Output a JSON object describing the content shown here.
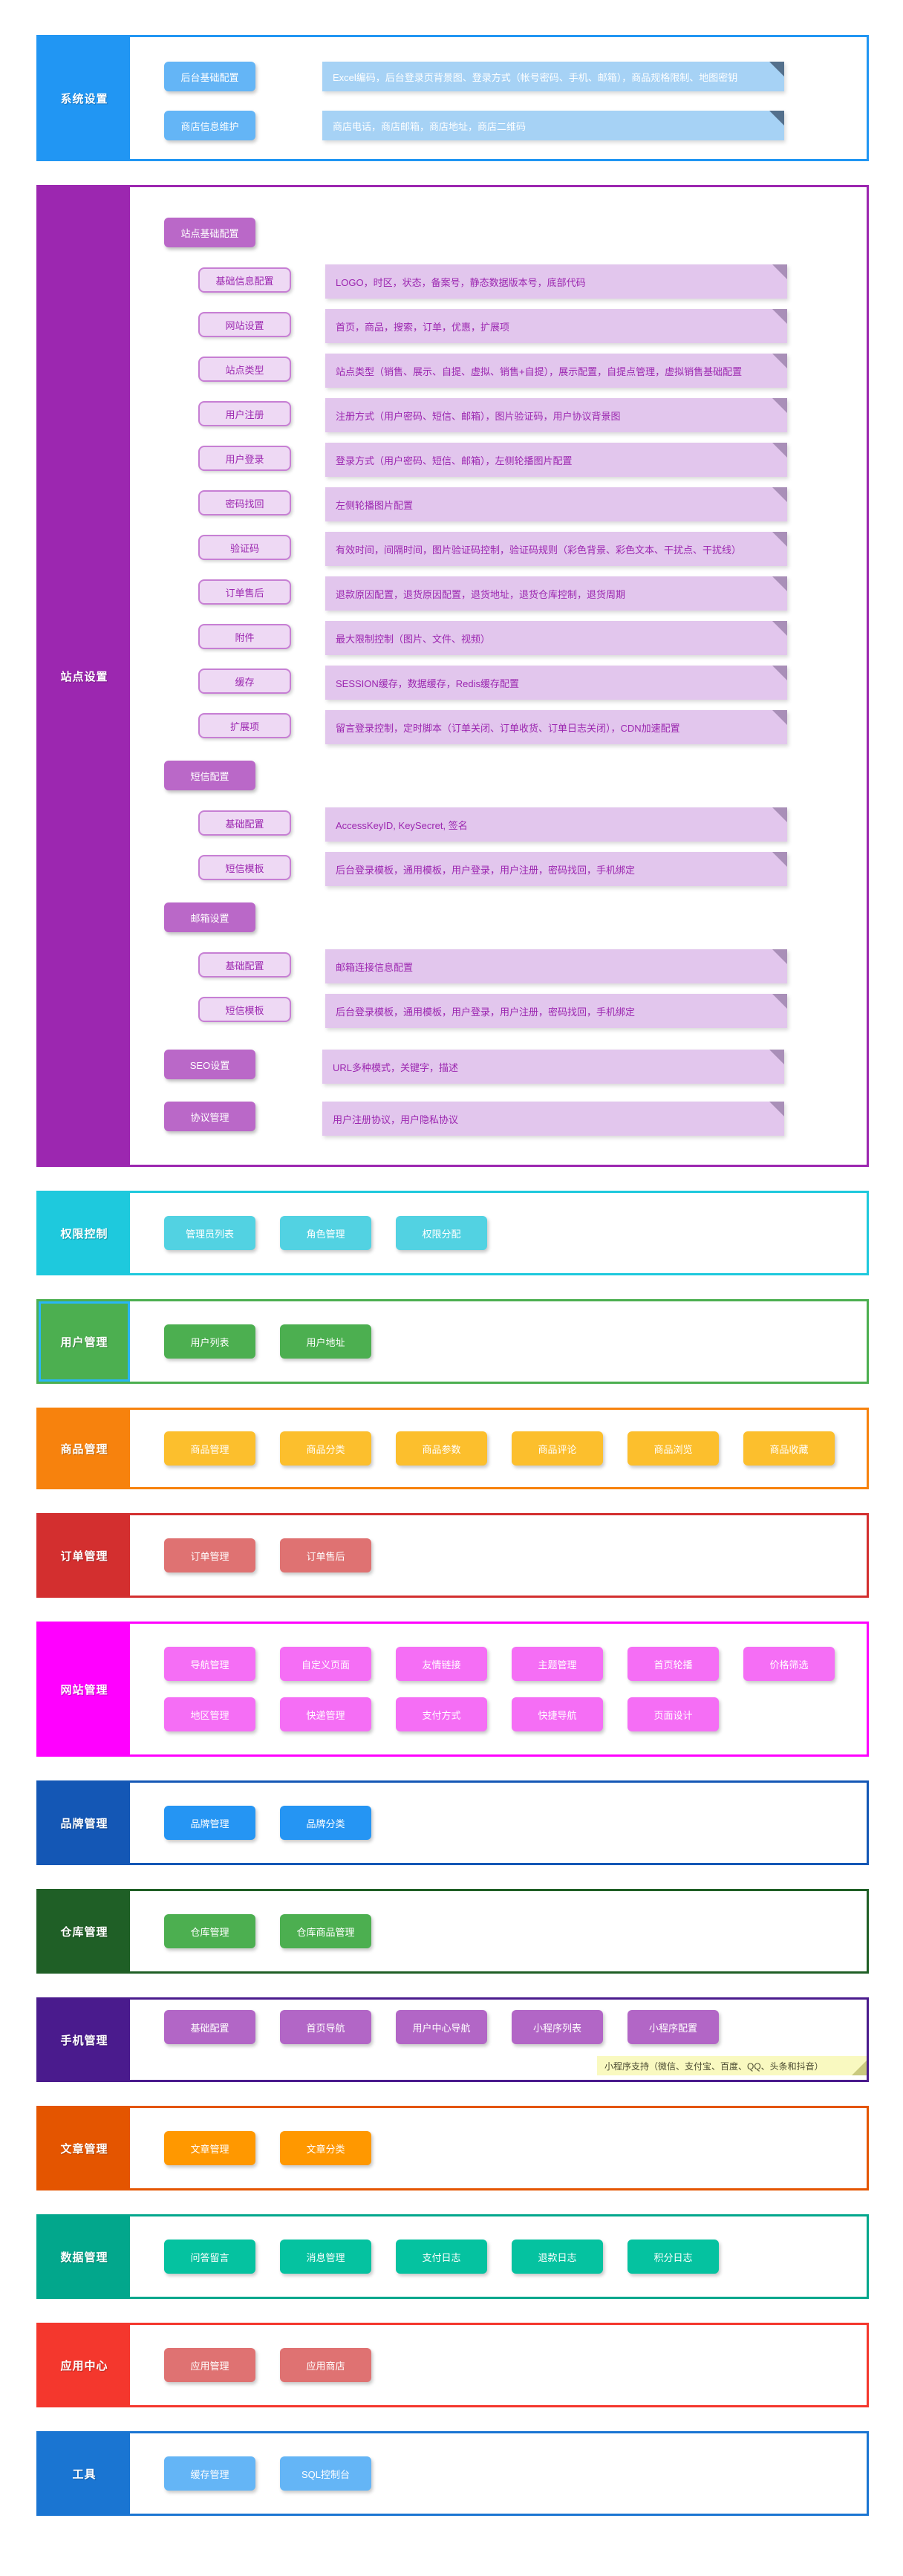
{
  "page": {
    "background": "#ffffff"
  },
  "sections": [
    {
      "id": "system",
      "label": "系统设置",
      "color": "#2196f3",
      "button_color": "#64b5f6",
      "note_bg": "#a6d2f5",
      "note_text": "#ffffff",
      "note_fold": "#54708c",
      "rows": [
        {
          "button": "后台基础配置",
          "note": "Excel编码，后台登录页背景图、登录方式（帐号密码、手机、邮箱），商品规格限制、地图密钥"
        },
        {
          "button": "商店信息维护",
          "note": "商店电话，商店邮箱，商店地址，商店二维码"
        }
      ]
    },
    {
      "id": "site",
      "label": "站点设置",
      "color": "#9c27b0",
      "group_button_color": "#ba68c8",
      "sub_button_bg": "#eed9f4",
      "sub_button_border": "#c77fd4",
      "sub_button_text": "#9c27b0",
      "note_bg": "#e2c6ed",
      "note_text": "#9c27b0",
      "note_fold": "#a98fb8",
      "groups": [
        {
          "header": "站点基础配置",
          "items": [
            {
              "button": "基础信息配置",
              "note": "LOGO，时区，状态，备案号，静态数据版本号，底部代码"
            },
            {
              "button": "网站设置",
              "note": "首页，商品，搜索，订单，优惠，扩展项"
            },
            {
              "button": "站点类型",
              "note": "站点类型（销售、展示、自提、虚拟、销售+自提），展示配置，自提点管理，虚拟销售基础配置"
            },
            {
              "button": "用户注册",
              "note": "注册方式（用户密码、短信、邮箱），图片验证码，用户协议背景图"
            },
            {
              "button": "用户登录",
              "note": "登录方式（用户密码、短信、邮箱），左侧轮播图片配置"
            },
            {
              "button": "密码找回",
              "note": "左侧轮播图片配置"
            },
            {
              "button": "验证码",
              "note": "有效时间，间隔时间，图片验证码控制，验证码规则（彩色背景、彩色文本、干扰点、干扰线）"
            },
            {
              "button": "订单售后",
              "note": "退款原因配置，退货原因配置，退货地址，退货仓库控制，退货周期"
            },
            {
              "button": "附件",
              "note": "最大限制控制（图片、文件、视频）"
            },
            {
              "button": "缓存",
              "note": "SESSION缓存，数据缓存，Redis缓存配置"
            },
            {
              "button": "扩展项",
              "note": "留言登录控制，定时脚本（订单关闭、订单收货、订单日志关闭），CDN加速配置"
            }
          ]
        },
        {
          "header": "短信配置",
          "items": [
            {
              "button": "基础配置",
              "note": "AccessKeyID, KeySecret, 签名"
            },
            {
              "button": "短信模板",
              "note": "后台登录模板，通用模板，用户登录，用户注册，密码找回，手机绑定"
            }
          ]
        },
        {
          "header": "邮箱设置",
          "items": [
            {
              "button": "基础配置",
              "note": "邮箱连接信息配置"
            },
            {
              "button": "短信模板",
              "note": "后台登录模板，通用模板，用户登录，用户注册，密码找回，手机绑定"
            }
          ]
        },
        {
          "header": "SEO设置",
          "note": "URL多种模式，关键字，描述"
        },
        {
          "header": "协议管理",
          "note": "用户注册协议，用户隐私协议"
        }
      ]
    },
    {
      "id": "permission",
      "label": "权限控制",
      "color": "#1ec9dd",
      "button_color": "#52d2e2",
      "buttons": [
        "管理员列表",
        "角色管理",
        "权限分配"
      ]
    },
    {
      "id": "users",
      "label": "用户管理",
      "color": "#4caf50",
      "button_color": "#4caf50",
      "sidebar_outline": "#29b6f6",
      "buttons": [
        "用户列表",
        "用户地址"
      ]
    },
    {
      "id": "goods",
      "label": "商品管理",
      "color": "#f7820d",
      "button_color": "#fcbf2d",
      "buttons": [
        "商品管理",
        "商品分类",
        "商品参数",
        "商品评论",
        "商品浏览",
        "商品收藏"
      ]
    },
    {
      "id": "orders",
      "label": "订单管理",
      "color": "#d32f2f",
      "button_color": "#df7272",
      "buttons": [
        "订单管理",
        "订单售后"
      ]
    },
    {
      "id": "website",
      "label": "网站管理",
      "color": "#ff00ff",
      "button_color": "#f56ef5",
      "button_rows": [
        [
          "导航管理",
          "自定义页面",
          "友情链接",
          "主题管理",
          "首页轮播",
          "价格筛选"
        ],
        [
          "地区管理",
          "快递管理",
          "支付方式",
          "快捷导航",
          "页面设计"
        ]
      ]
    },
    {
      "id": "brand",
      "label": "品牌管理",
      "color": "#1457b5",
      "button_color": "#2595f3",
      "buttons": [
        "品牌管理",
        "品牌分类"
      ]
    },
    {
      "id": "warehouse",
      "label": "仓库管理",
      "color": "#1f5f26",
      "button_color": "#4caf50",
      "buttons": [
        "仓库管理",
        "仓库商品管理"
      ]
    },
    {
      "id": "mobile",
      "label": "手机管理",
      "color": "#4a1b8d",
      "button_color": "#b266c6",
      "buttons": [
        "基础配置",
        "首页导航",
        "用户中心导航",
        "小程序列表",
        "小程序配置"
      ],
      "note": "小程序支持（微信、支付宝、百度、QQ、头条和抖音）",
      "note_bg": "#f9f9c0",
      "note_text": "#4d4d33",
      "note_fold": "#c9c97e"
    },
    {
      "id": "articles",
      "label": "文章管理",
      "color": "#e45500",
      "button_color": "#ff9800",
      "buttons": [
        "文章管理",
        "文章分类"
      ]
    },
    {
      "id": "data",
      "label": "数据管理",
      "color": "#02a78c",
      "button_color": "#05c2a0",
      "buttons": [
        "问答留言",
        "消息管理",
        "支付日志",
        "退款日志",
        "积分日志"
      ]
    },
    {
      "id": "apps",
      "label": "应用中心",
      "color": "#f4372d",
      "button_color": "#df7272",
      "buttons": [
        "应用管理",
        "应用商店"
      ]
    },
    {
      "id": "tools",
      "label": "工具",
      "color": "#1a75d2",
      "button_color": "#64b5f6",
      "buttons": [
        "缓存管理",
        "SQL控制台"
      ]
    }
  ]
}
